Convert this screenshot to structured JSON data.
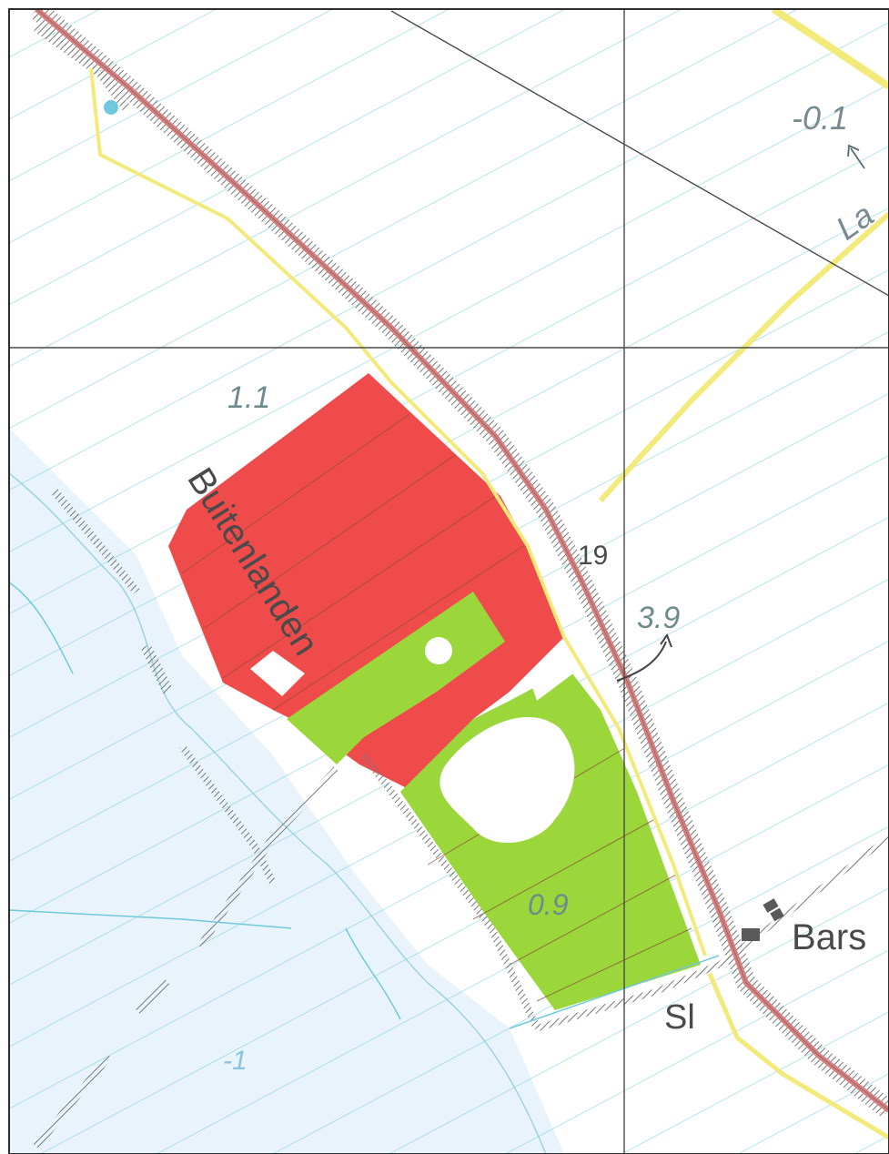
{
  "map": {
    "place_labels": {
      "buitenlanden": "Buitenlanden",
      "bars": "Bars",
      "la": "La",
      "sl": "Sl"
    },
    "spot_heights": {
      "h_minus_0_1": "-0.1",
      "h_1_1": "1.1",
      "h_3_9": "3.9",
      "h_0_9": "0.9",
      "h_minus_1": "-1"
    },
    "grid_label": "19",
    "colors": {
      "water_line": "#6fc9dc",
      "road_red": "#e07a7a",
      "road_yellow": "#f3ea7c",
      "parcel_red": "#f04b4b",
      "parcel_green": "#9bd63a",
      "grid_line": "#4a4a4a",
      "water_area": "#e8f3fb",
      "text_grey": "#7a8a90"
    },
    "icons": [
      "curved-arrow-icon",
      "building-icon",
      "direction-arrow-icon"
    ]
  }
}
